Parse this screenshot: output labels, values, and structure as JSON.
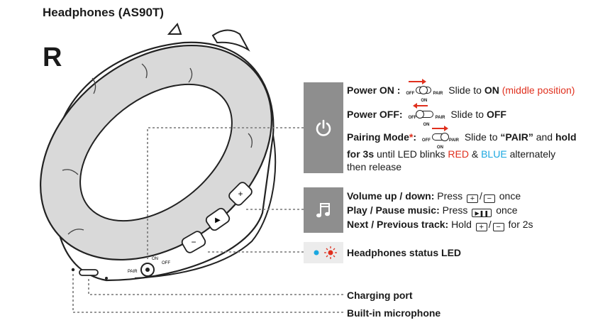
{
  "header": {
    "title": "Headphones (AS90T)",
    "side": "R"
  },
  "switch": {
    "off": "OFF",
    "on": "ON",
    "pair": "PAIR"
  },
  "power": {
    "on_label": "Power ON :",
    "on_text": "Slide to",
    "on_word": "ON",
    "on_note": "(middle position)",
    "off_label": "Power OFF:",
    "off_text": "Slide to",
    "off_word": "OFF",
    "pair_label": "Pairing Mode",
    "pair_star": "*",
    "pair_colon": ":",
    "pair_text1": "Slide to",
    "pair_word": "“PAIR”",
    "pair_text2": "and",
    "pair_hold": "hold",
    "pair_3s": "for 3s",
    "pair_text3": "until LED blinks",
    "pair_red": "RED",
    "pair_amp": "&",
    "pair_blue": "BLUE",
    "pair_text4": "alternately",
    "pair_text5": "then release"
  },
  "music": {
    "vol_label": "Volume up / down:",
    "vol_press": "Press",
    "vol_plus": "+",
    "vol_slash": "/",
    "vol_minus": "−",
    "vol_once": "once",
    "play_label": "Play / Pause music:",
    "play_press": "Press",
    "play_key": "▶❚❚",
    "play_once": "once",
    "next_label": "Next / Previous track:",
    "next_hold": "Hold",
    "next_plus": "+",
    "next_slash": "/",
    "next_minus": "−",
    "next_for": "for 2s"
  },
  "led": {
    "label": "Headphones status LED"
  },
  "ports": {
    "charging": "Charging port",
    "mic": "Built-in microphone"
  },
  "device": {
    "off": "OFF",
    "on": "ON",
    "pair": "PAIR"
  },
  "colors": {
    "panel": "#8e8e8e",
    "red": "#e0301e",
    "blue": "#1aa7e0",
    "cushion": "#d9d9d9"
  },
  "icons": {
    "power": "power-icon",
    "music": "music-note-icon",
    "led_blue": "blue-light-icon",
    "led_red": "red-light-icon"
  }
}
